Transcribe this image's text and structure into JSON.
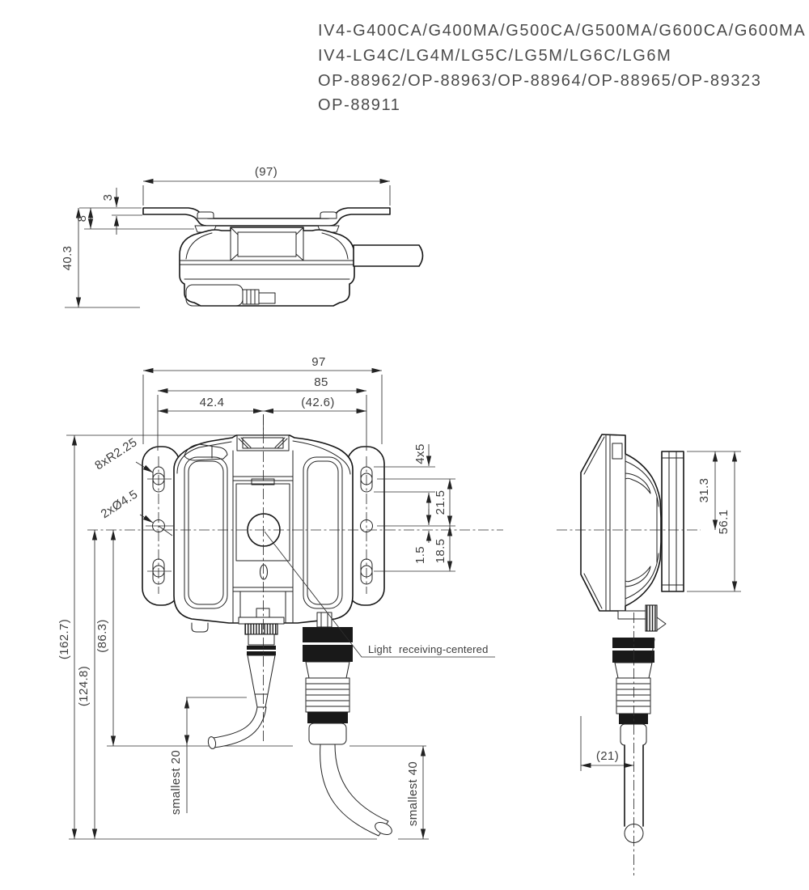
{
  "drawing": {
    "title_lines": [
      "IV4-G400CA/G400MA/G500CA/G500MA/G600CA/G600MA",
      "IV4-LG4C/LG4M/LG5C/LG5M/LG6C/LG6M",
      "OP-88962/OP-88963/OP-88964/OP-88965/OP-89323",
      "OP-88911"
    ],
    "line_color": "#161616",
    "text_color": "#3e3e3e"
  },
  "top_view": {
    "dims": {
      "overall_width": "(97)",
      "plate_thickness": "3",
      "plate_offset": "8",
      "overall_height": "40.3"
    }
  },
  "front_view": {
    "dims": {
      "overall_width": "97",
      "mounting_span": "85",
      "center_to_left": "42.4",
      "center_to_right": "(42.6)",
      "slot_corner_radius": "8xR2.25",
      "hole_diameter": "2xØ4.5",
      "slot_size": "4x5",
      "upper_pitch": "21.5",
      "center_offset": "1.5",
      "lower_pitch": "18.5",
      "overall_height": "(162.7)",
      "cable_clearance": "(124.8)",
      "body_to_bend": "(86.3)",
      "min_bend_left": "smallest 20",
      "min_bend_right": "smallest 40"
    },
    "note": "Light receiving-centered"
  },
  "side_view": {
    "dims": {
      "bracket_top_to_center": "31.3",
      "bracket_height": "56.1",
      "cable_to_body": "(21)"
    }
  }
}
